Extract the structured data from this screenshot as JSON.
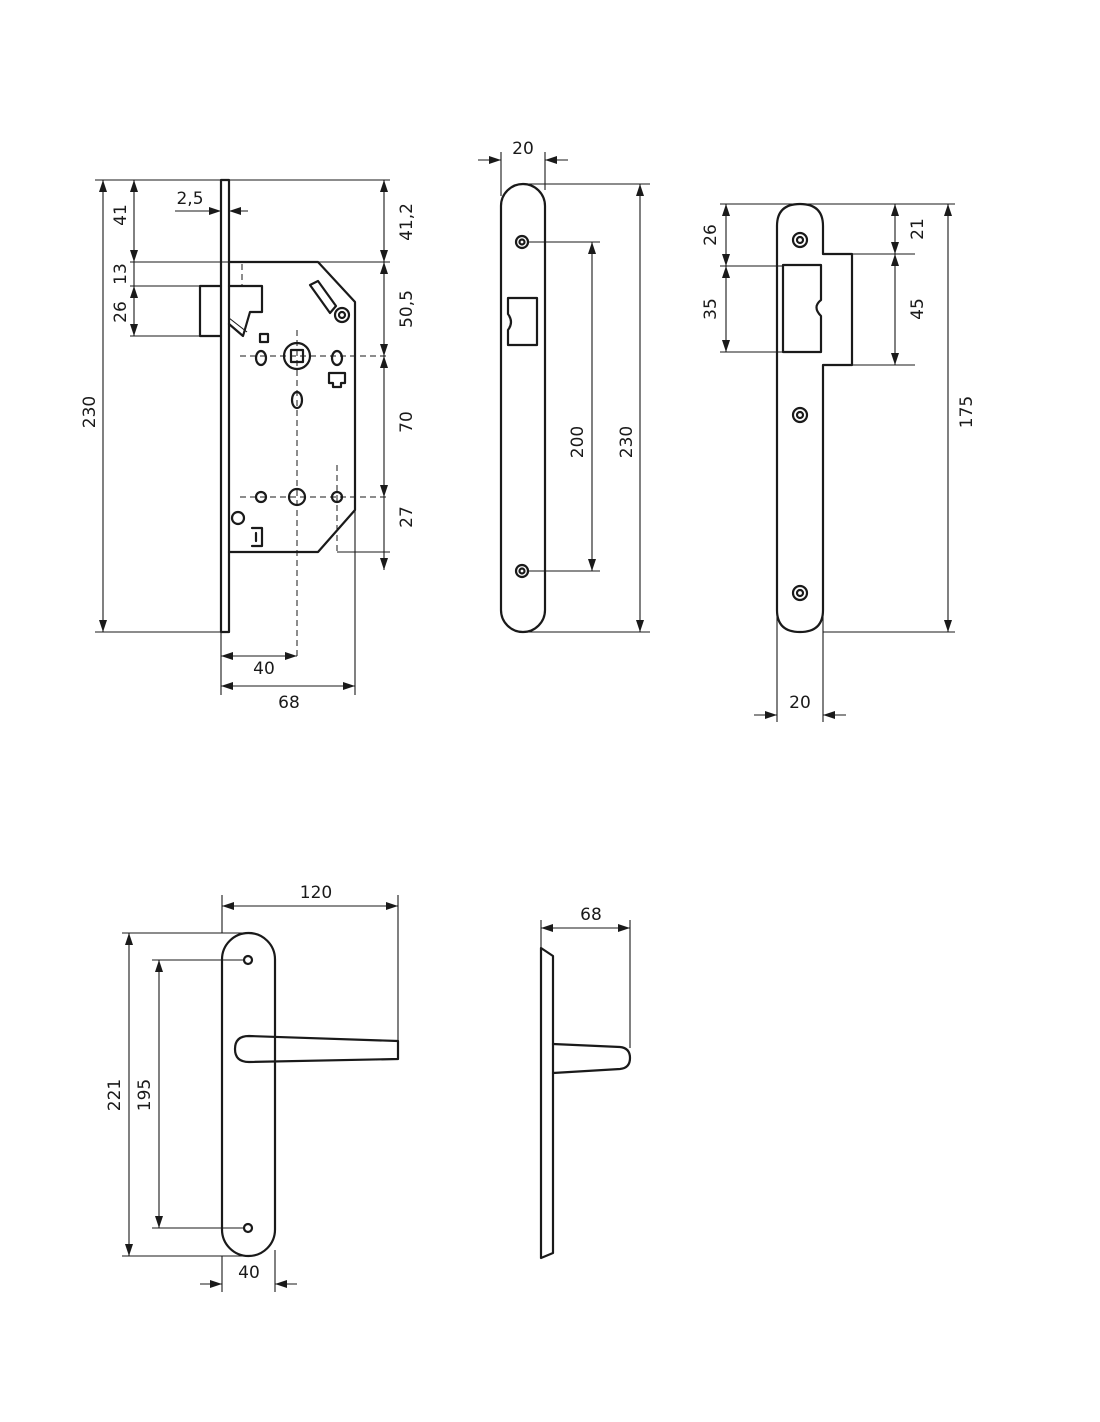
{
  "lock_body": {
    "dim_2_5": "2,5",
    "dim_41": "41",
    "dim_13": "13",
    "dim_26": "26",
    "dim_230": "230",
    "dim_41_2": "41,2",
    "dim_50_5": "50,5",
    "dim_70": "70",
    "dim_27": "27",
    "dim_40": "40",
    "dim_68": "68"
  },
  "faceplate": {
    "dim_20": "20",
    "dim_200": "200",
    "dim_230": "230"
  },
  "strike_plate": {
    "dim_26": "26",
    "dim_35": "35",
    "dim_21": "21",
    "dim_45": "45",
    "dim_175": "175",
    "dim_20": "20"
  },
  "handle_front": {
    "dim_120": "120",
    "dim_221": "221",
    "dim_195": "195",
    "dim_40": "40"
  },
  "handle_side": {
    "dim_68": "68"
  }
}
